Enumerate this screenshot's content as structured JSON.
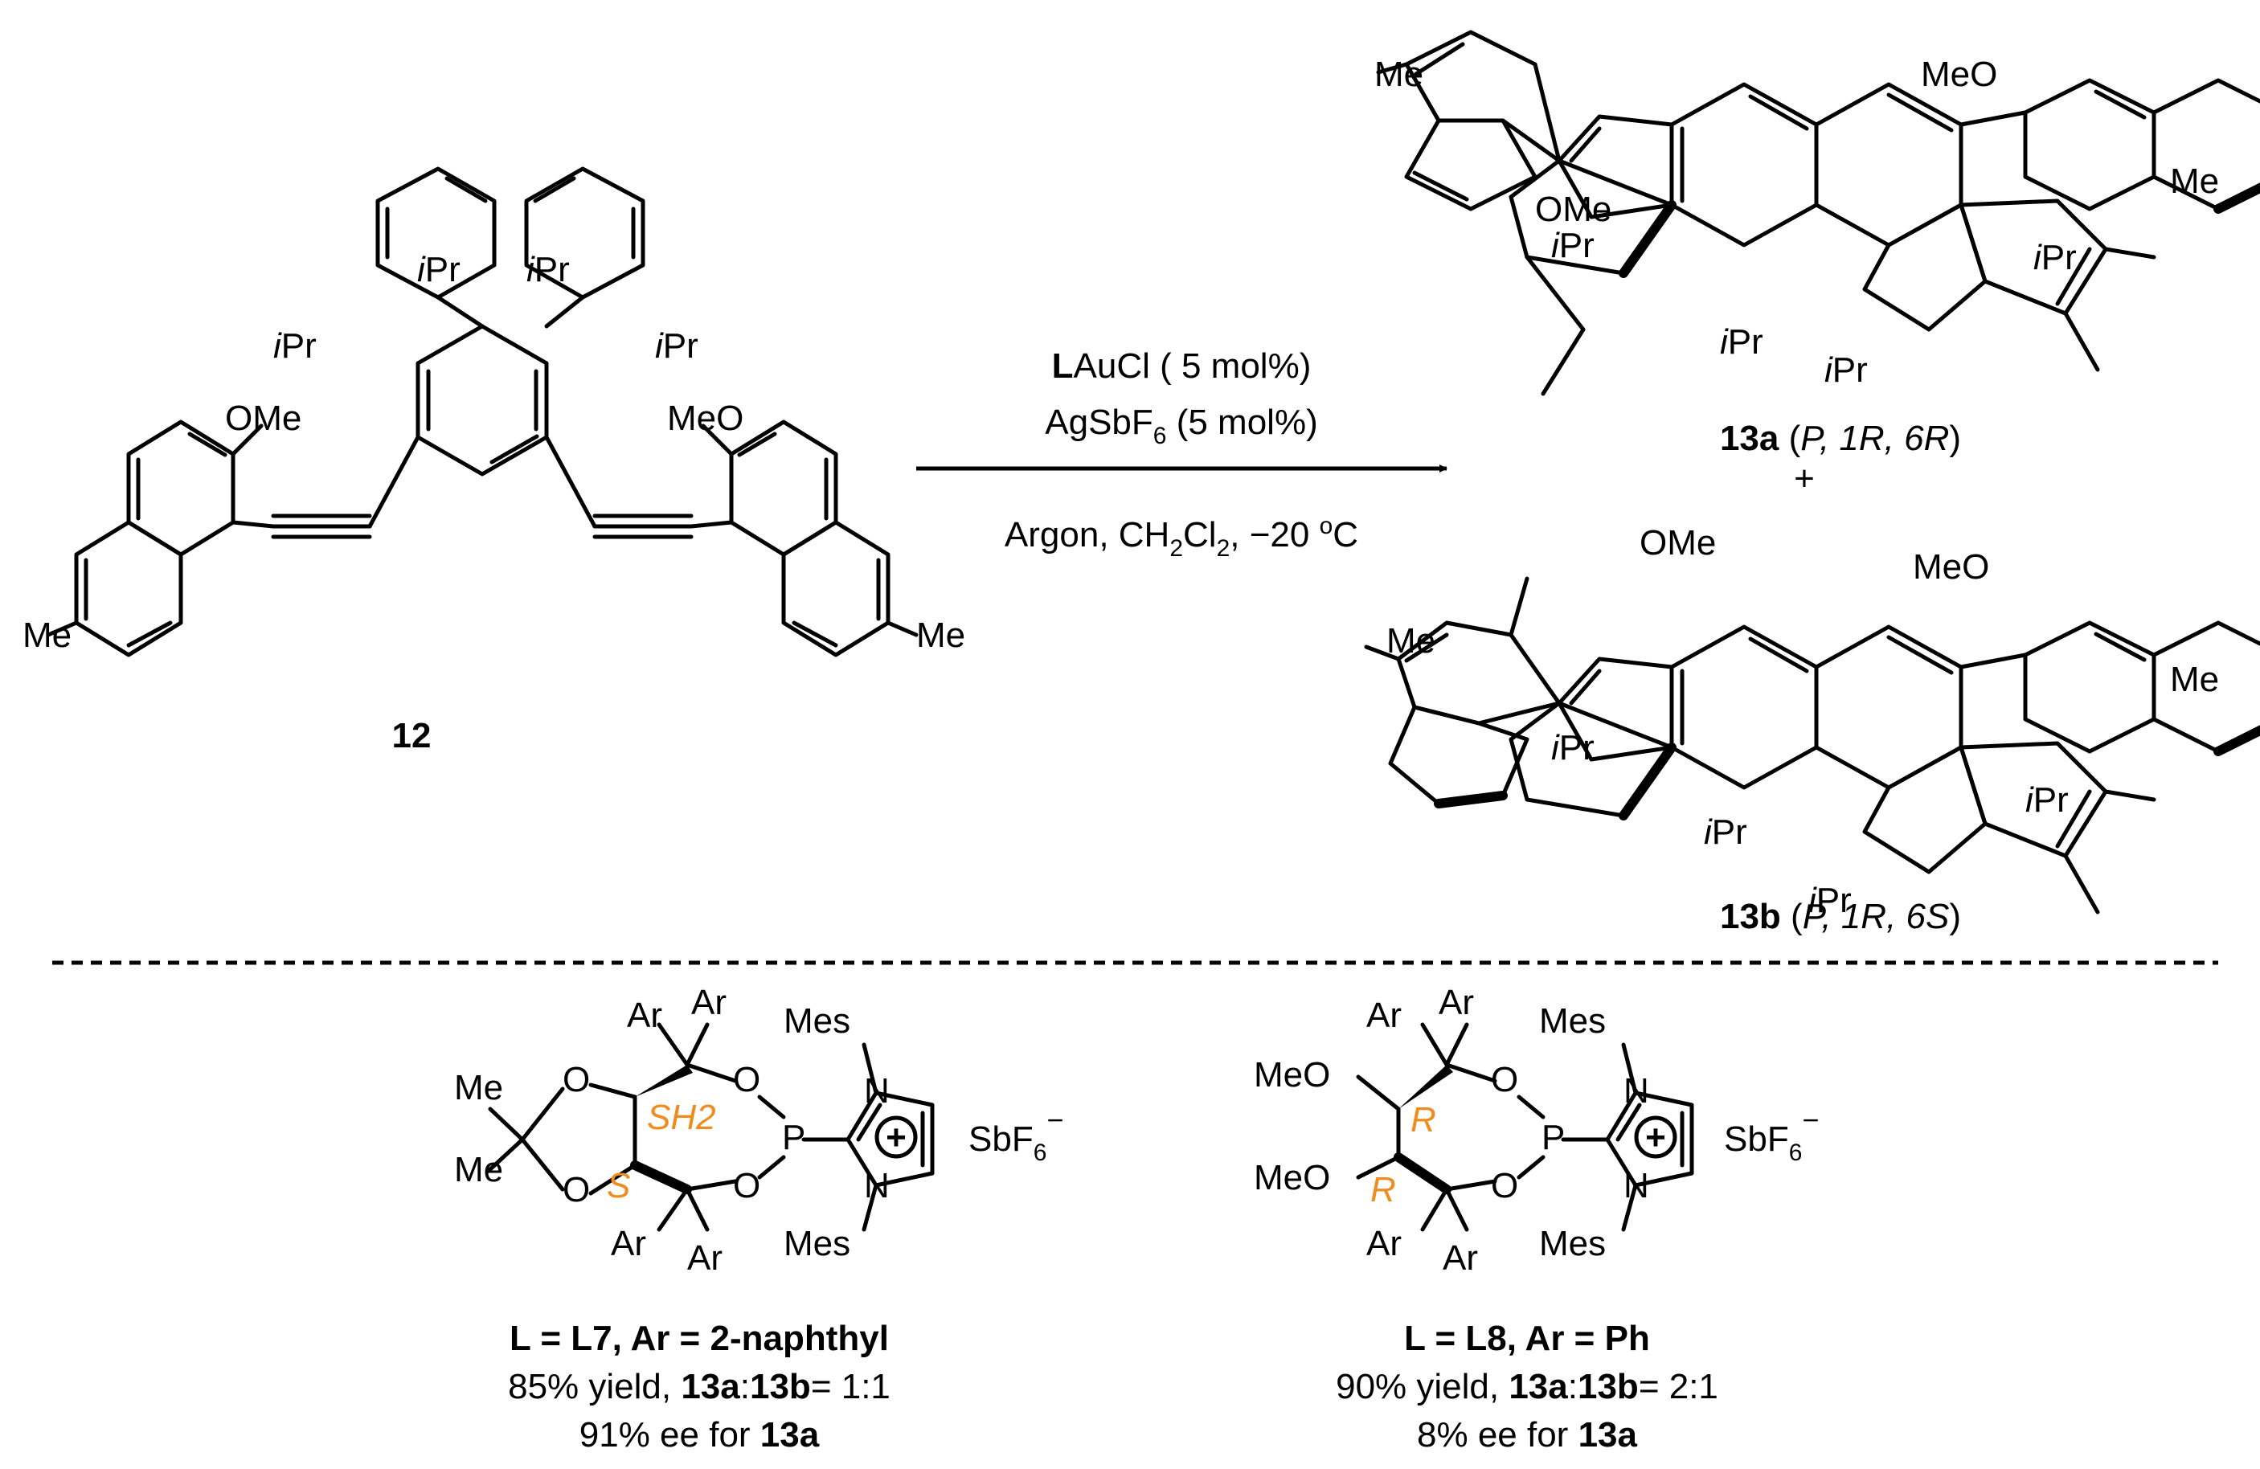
{
  "reactant": {
    "number": "12",
    "subst": {
      "ome": "OMe",
      "meo": "MeO",
      "me": "Me",
      "ipr": "Pr",
      "i": "i"
    }
  },
  "conditions": {
    "catalyst": {
      "L": "L",
      "rest": "AuCl ( 5 mol%)"
    },
    "additive": {
      "pre": "AgSbF",
      "sub": "6",
      "post": " (5 mol%)"
    },
    "atmosphere": {
      "pre": "Argon, CH",
      "s1": "2",
      "mid": "Cl",
      "s2": "2",
      "post": ", −20 ",
      "deg": "o",
      "unit": "C"
    }
  },
  "products": {
    "a": {
      "number": "13a",
      "config": {
        "open": " (",
        "P": "P,",
        "R1": "1R,",
        "R6": "6R",
        "close": ")"
      }
    },
    "plus": "+",
    "b": {
      "number": "13b",
      "config": {
        "open": " (",
        "P": "P,",
        "R1": "1R,",
        "R6": "6S",
        "close": ")"
      }
    }
  },
  "ligands": [
    {
      "atoms": {
        "ar": "Ar",
        "me": "Me",
        "o": "O",
        "p": "P",
        "n": "N",
        "mes": "Mes",
        "plus": "+",
        "counter": "SbF",
        "counter_sub": "6",
        "counter_sup": "−"
      },
      "stereo": [
        "SH2",
        "S"
      ],
      "title": {
        "pre": "L = L7, Ar = 2-naphthyl"
      },
      "yield": {
        "pre": "85% yield, ",
        "a": "13a",
        "colon": ":",
        "b": "13b",
        "post": "= 1:1"
      },
      "ee": {
        "pre": "91% ee for ",
        "a": "13a"
      }
    },
    {
      "atoms": {
        "ar": "Ar",
        "meo": "MeO",
        "o": "O",
        "p": "P",
        "n": "N",
        "mes": "Mes",
        "plus": "+",
        "counter": "SbF",
        "counter_sub": "6",
        "counter_sup": "−"
      },
      "stereo": [
        "R",
        "R"
      ],
      "title": {
        "pre": "L = L8, Ar = Ph"
      },
      "yield": {
        "pre": "90% yield, ",
        "a": "13a",
        "colon": ":",
        "b": "13b",
        "post": "= 2:1"
      },
      "ee": {
        "pre": "8% ee for ",
        "a": "13a"
      }
    }
  ],
  "colors": {
    "stereo_label": "#F08C1E",
    "ink": "#000000"
  }
}
